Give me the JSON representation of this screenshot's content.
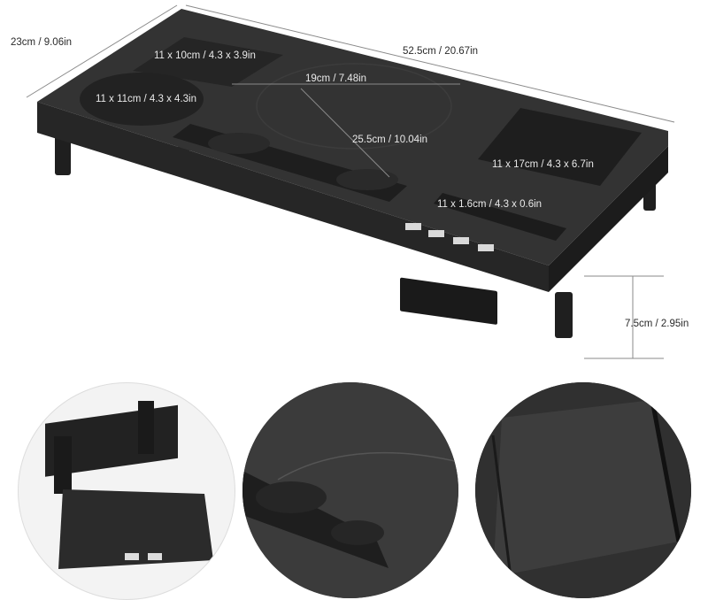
{
  "dimensions": {
    "depth": "23cm / 9.06in",
    "width": "52.5cm / 20.67in",
    "height": "7.5cm / 2.95in",
    "small_tray": "11 x 10cm / 4.3 x 3.9in",
    "cup_holder": "11 x 11cm / 4.3 x 4.3in",
    "circle_diameter": "19cm / 7.48in",
    "center_span": "25.5cm / 10.04in",
    "right_tray": "11 x 17cm / 4.3 x 6.7in",
    "phone_slot": "11 x 1.6cm / 4.3 x 0.6in"
  },
  "product": {
    "body_color": "#2b2b2b",
    "top_color": "#333333",
    "usb_port_count": 4
  },
  "detail_views": [
    {
      "name": "detail-monitor-support"
    },
    {
      "name": "detail-pen-groove"
    },
    {
      "name": "detail-tray-texture"
    }
  ]
}
